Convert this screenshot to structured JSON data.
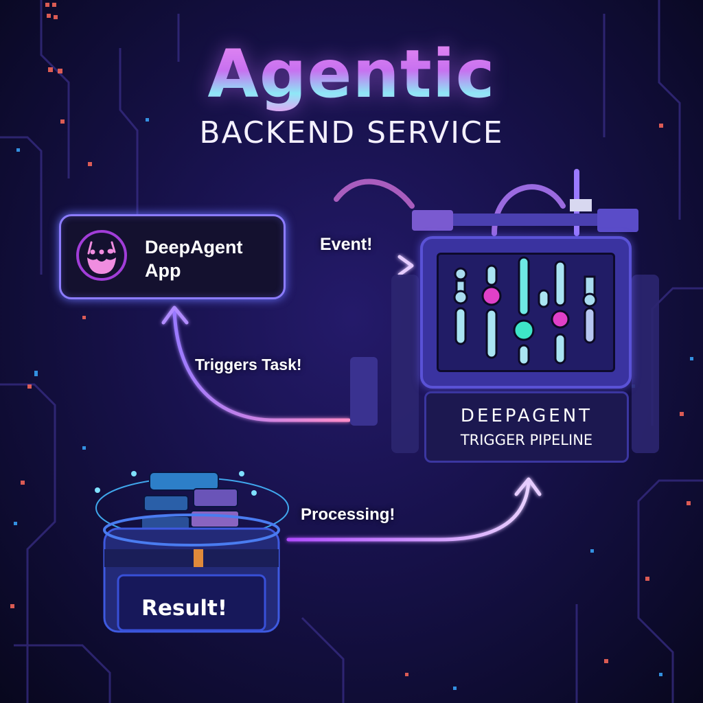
{
  "header": {
    "title": "Agentic",
    "subtitle": "BACKEND SERVICE"
  },
  "nodes": {
    "app": {
      "label": "DeepAgent App",
      "icon": "agent-face-icon"
    },
    "pipeline": {
      "title": "DEEPAGENT",
      "subtitle": "TRIGGER PIPELINE",
      "icon": "sliders-equalizer-icon"
    },
    "storage": {
      "label": "Result!",
      "icon": "database-stack-icon"
    }
  },
  "edges": [
    {
      "from": "app",
      "to": "pipeline",
      "label": "Event!"
    },
    {
      "from": "pipeline",
      "to": "app",
      "label": "Triggers Task!"
    },
    {
      "from": "storage",
      "to": "pipeline",
      "label": "Processing!"
    }
  ],
  "colors": {
    "background": "#130f3d",
    "accent_purple": "#b070ff",
    "accent_cyan": "#7fe8f0",
    "accent_pink": "#e040c8",
    "accent_teal": "#3ee6c8",
    "card_border": "#8c7cff"
  }
}
